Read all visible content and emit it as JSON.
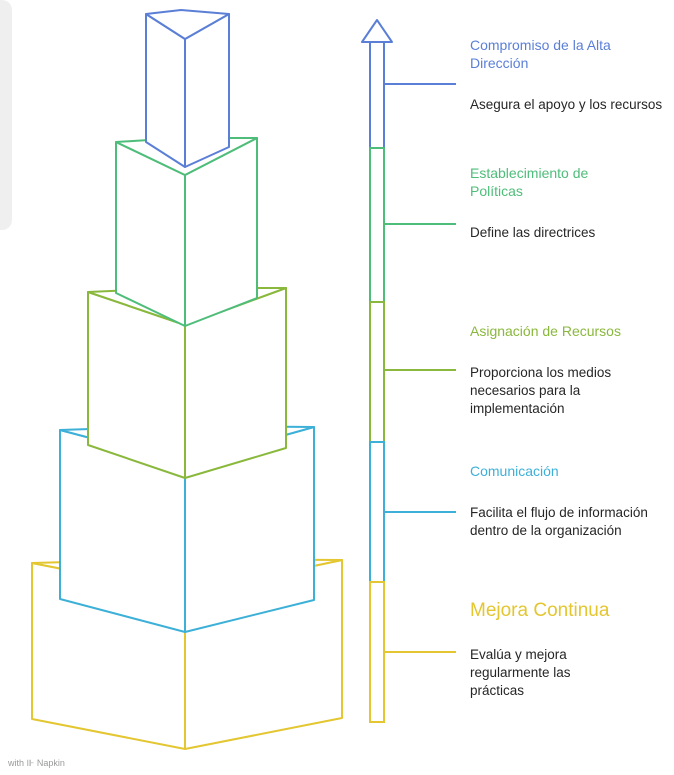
{
  "levels": [
    {
      "title": "Compromiso de la Alta Dirección",
      "description": "Asegura el apoyo y los recursos",
      "color": "#5b7fd6"
    },
    {
      "title": "Establecimiento de Políticas",
      "description": "Define las directrices",
      "color": "#4ebd7a"
    },
    {
      "title": "Asignación de Recursos",
      "description": "Proporciona los medios necesarios para la implementación",
      "color": "#8ab83c"
    },
    {
      "title": "Comunicación",
      "description": "Facilita el flujo de información dentro de la organización",
      "color": "#3db0d8"
    },
    {
      "title": "Mejora Continua",
      "description": "Evalúa y mejora regularmente las prácticas",
      "color": "#e3c630"
    }
  ],
  "footer": "with ⊪ Napkin"
}
